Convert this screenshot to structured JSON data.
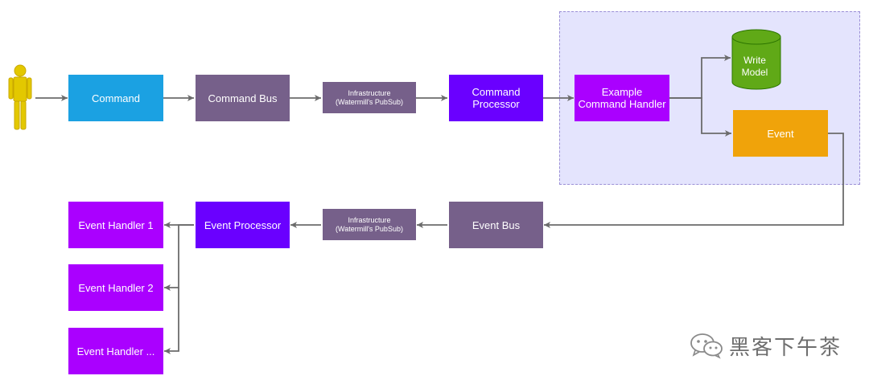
{
  "nodes": {
    "command": "Command",
    "command_bus": "Command Bus",
    "infra_top": "Infrastructure\n(Watermill's PubSub)",
    "command_processor": "Command\nProcessor",
    "example_handler": "Example\nCommand Handler",
    "write_model": "Write\nModel",
    "event": "Event",
    "event_bus": "Event Bus",
    "infra_bottom": "Infrastructure\n(Watermill's PubSub)",
    "event_processor": "Event Processor",
    "event_handler_1": "Event Handler 1",
    "event_handler_2": "Event Handler 2",
    "event_handler_n": "Event Handler ..."
  },
  "watermark": "黑客下午茶",
  "colors": {
    "command": "#1ba1e2",
    "bus": "#76608a",
    "processor": "#6a00ff",
    "handler": "#aa00ff",
    "event": "#f0a30a",
    "write_model": "#60a917",
    "actor": "#e3c800",
    "region": "#e4e4fd",
    "arrow": "#6b6b6b"
  },
  "icons": {
    "actor": "person-icon",
    "database": "cylinder-icon",
    "watermark_logo": "wechat-icon"
  }
}
